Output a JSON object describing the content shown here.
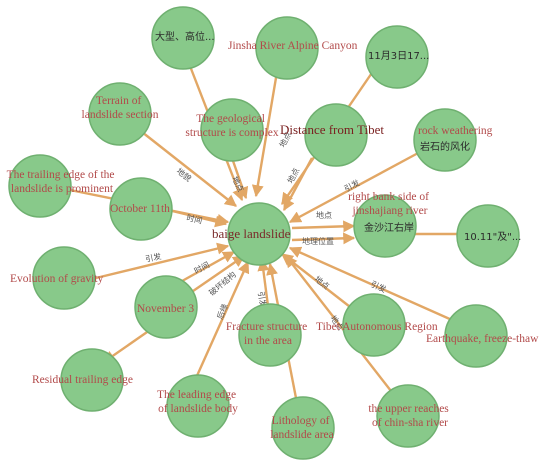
{
  "diagram": {
    "center": "baige landslide",
    "edge_labels": {
      "cause": "引发",
      "location": "地点",
      "time": "时间",
      "terrain": "地貌",
      "geo_location": "地理位置",
      "damage": "破坏结构",
      "trailing": "后缘"
    },
    "nodes": {
      "n_dx": "大型、高位...",
      "n_canyon": "Jinsha River Alpine Canyon",
      "n_nov3cn": "11月3日17...",
      "n_terrain": "Terrain of landslide section",
      "n_geo": "The geological structure is complex",
      "n_tibetdist": "Distance from Tibet",
      "n_rockw": "rock weathering",
      "n_rockcn": "岩石的风化",
      "n_trailing": "The trailing edge of the landslide is prominent",
      "n_oct11": "October 11th",
      "n_rightbank": "right bank side of jinshajiang river",
      "n_jsjcn": "金沙江右岸",
      "n_1011": "10.11\"及\"...",
      "n_gravity": "Evolution of gravity",
      "n_nov3": "November 3",
      "n_fracture": "Fracture structure in the area",
      "n_tar": "Tibet Autonomous Region",
      "n_quake": "Earthquake, freeze-thaw",
      "n_residual": "Residual trailing edge",
      "n_leading": "The leading edge of landslide body",
      "n_lithology": "Lithology of landslide area",
      "n_upper": "the upper reaches of chin-sha river"
    }
  }
}
